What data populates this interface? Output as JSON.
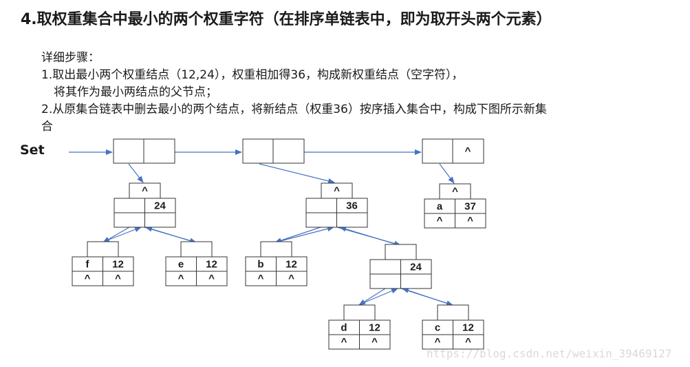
{
  "title": "4.取权重集合中最小的两个权重字符（在排序单链表中，即为取开头两个元素）",
  "steps": {
    "heading": "详细步骤：",
    "line1": "1.取出最小两个权重结点（12,24），权重相加得36，构成新权重结点（空字符），",
    "line1b": "将其作为最小两结点的父节点；",
    "line2": "2.从原集合链表中删去最小的两个结点，将新结点（权重36）按序插入集合中，构成下图所示新集",
    "line2b": "合"
  },
  "set_label": "Set",
  "diagram": {
    "null_symbol": "^",
    "list_nodes": [
      {
        "id": "L1",
        "right": ""
      },
      {
        "id": "L2",
        "right": ""
      },
      {
        "id": "L3",
        "right": "^"
      }
    ],
    "tree_nodes": [
      {
        "id": "N24a",
        "char": "",
        "weight": "24",
        "parent": "^",
        "left": "",
        "right": ""
      },
      {
        "id": "Nf",
        "char": "f",
        "weight": "12",
        "left": "^",
        "right": "^"
      },
      {
        "id": "Ne",
        "char": "e",
        "weight": "12",
        "left": "^",
        "right": "^"
      },
      {
        "id": "N36",
        "char": "",
        "weight": "36",
        "parent": "^",
        "left": "",
        "right": ""
      },
      {
        "id": "Nb",
        "char": "b",
        "weight": "12",
        "left": "^",
        "right": "^"
      },
      {
        "id": "N24b",
        "char": "",
        "weight": "24",
        "left": "",
        "right": ""
      },
      {
        "id": "Nd",
        "char": "d",
        "weight": "12",
        "left": "^",
        "right": "^"
      },
      {
        "id": "Nc",
        "char": "c",
        "weight": "12",
        "left": "^",
        "right": "^"
      },
      {
        "id": "Na",
        "char": "a",
        "weight": "37",
        "parent": "^",
        "left": "^",
        "right": "^"
      }
    ]
  },
  "watermark": "https://blog.csdn.net/weixin_39469127",
  "colors": {
    "line": "#4472c4",
    "box": "#333333",
    "text": "#1a1a1a"
  }
}
